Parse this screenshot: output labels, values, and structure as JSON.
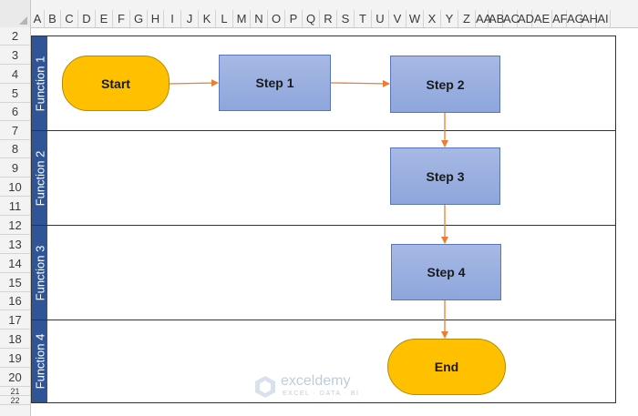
{
  "columns": [
    "A",
    "B",
    "C",
    "D",
    "E",
    "F",
    "G",
    "H",
    "I",
    "J",
    "K",
    "L",
    "M",
    "N",
    "O",
    "P",
    "Q",
    "R",
    "S",
    "T",
    "U",
    "V",
    "W",
    "X",
    "Y",
    "Z",
    "AA",
    "AB",
    "AC",
    "AD",
    "AE",
    "AF",
    "AG",
    "AH",
    "AI"
  ],
  "rows": [
    "2",
    "3",
    "4",
    "5",
    "6",
    "7",
    "8",
    "9",
    "10",
    "11",
    "12",
    "13",
    "14",
    "15",
    "16",
    "17",
    "18",
    "19",
    "20",
    "21",
    "22"
  ],
  "lanes": [
    {
      "label": "Function 1"
    },
    {
      "label": "Function 2"
    },
    {
      "label": "Function 3"
    },
    {
      "label": "Function 4"
    }
  ],
  "shapes": {
    "start": "Start",
    "step1": "Step 1",
    "step2": "Step 2",
    "step3": "Step 3",
    "step4": "Step 4",
    "end": "End"
  },
  "colors": {
    "lane_label": "#2f5597",
    "process_fill": "#8ea6dc",
    "terminal_fill": "#ffc000",
    "connector": "#ed7d31"
  },
  "watermark": {
    "name": "exceldemy",
    "tagline": "EXCEL · DATA · BI"
  }
}
